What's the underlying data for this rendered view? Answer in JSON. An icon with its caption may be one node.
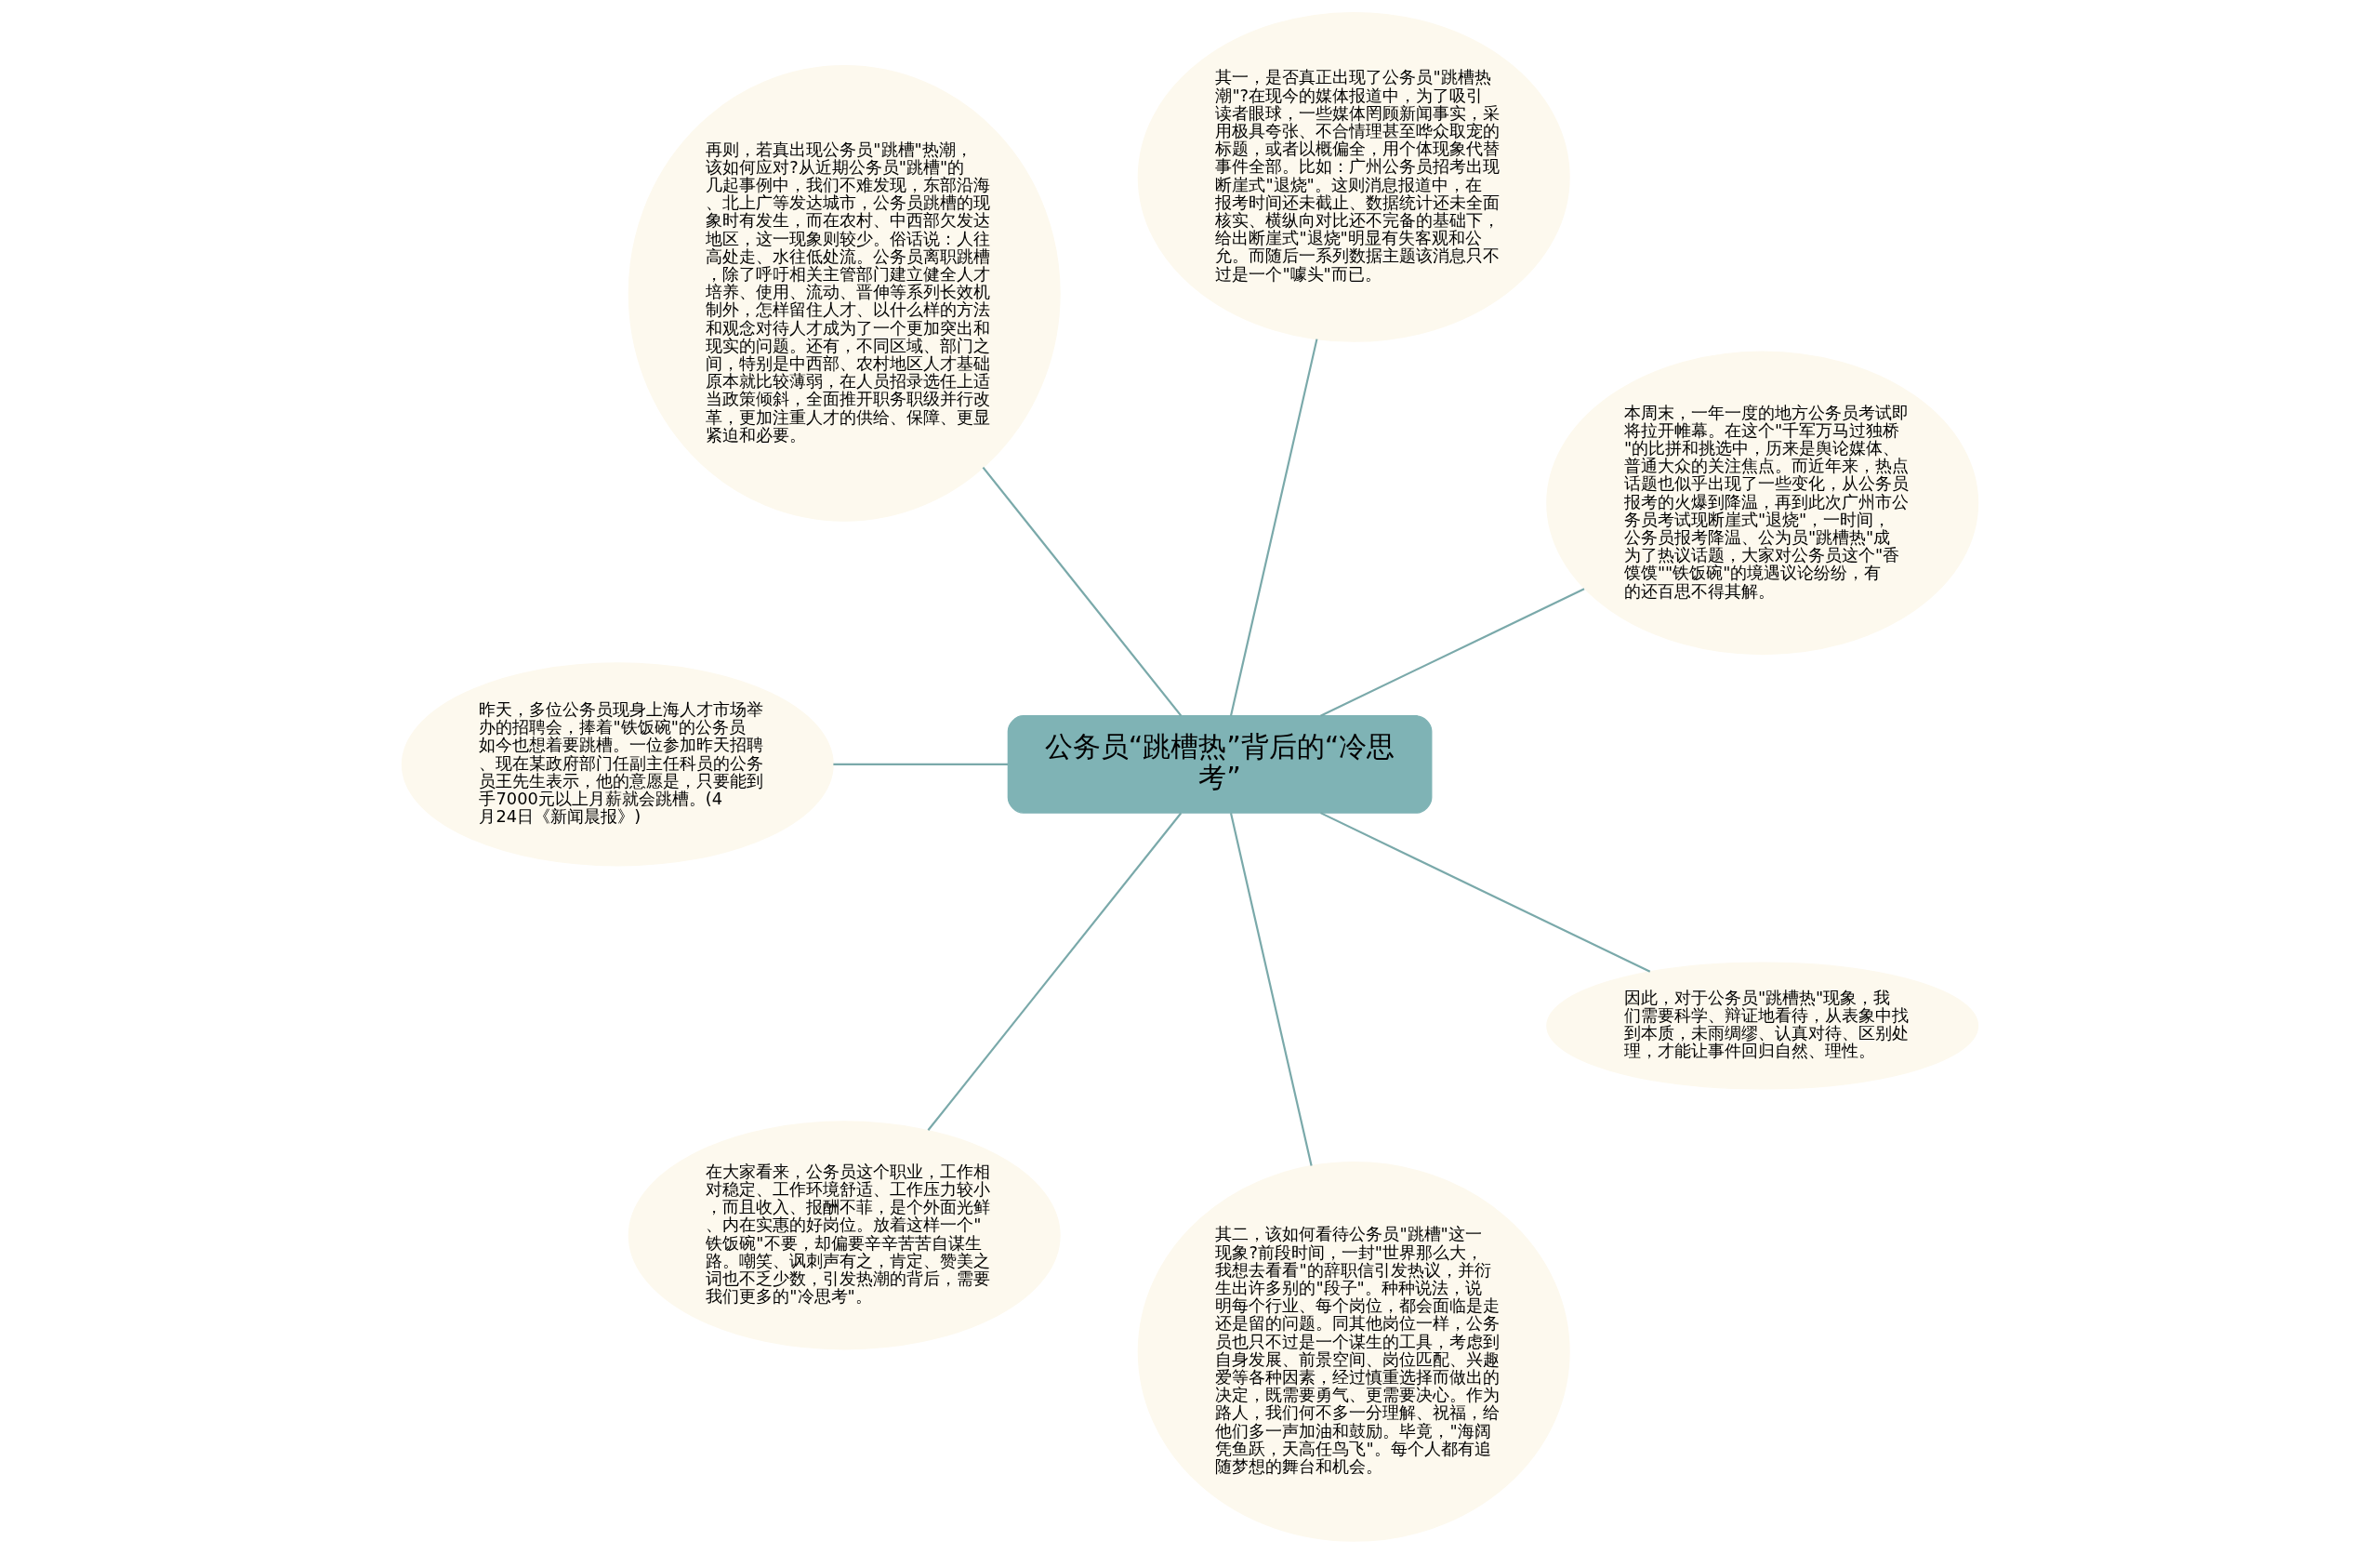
{
  "diagram": {
    "nodes": [
      {
        "text": [
          "公务员“跳槽热”背后的“冷思考”"
        ]
      },
      {
        "text": [
          "本周末，一年一度的地方公务员考试即将拉开帷幕。在这个\"千军万马过独桥\"的比拼和挑选中，历来是舆论媒体、普通大众的关注焦点。而近年来，热点话题也似乎出现了一些变化，从公务员报考的火爆到降温，再到此次广州市公务员考试现断崖式\"退烧\"，一时间，公务员报考降温、公为员\"跳槽热\"成为了热议话题，大家对公务员这个\"香馍馍\"\"铁饭碗\"的境遇议论纷纷，有的还百思不得其解。"
        ]
      },
      {
        "text": [
          "其一，是否真正出现了公务员\"跳槽热潮\"?在现今的媒体报道中，为了吸引读者眼球，一些媒体罔顾新闻事实，采用极具夸张、不合情理甚至哗众取宠的标题，或者以概偏全，用个体现象代替事件全部。比如：广州公务员招考出现断崖式\"退烧\"。这则消息报道中，在报考时间还未截止、数据统计还未全面核实、横纵向对比还不完备的基础下，给出断崖式\"退烧\"明显有失客观和公允。而随后一系列数据主题该消息只不过是一个\"噱头\"而已。"
        ]
      },
      {
        "text": [
          "再则，若真出现公务员\"跳槽\"热潮，该如何应对?从近期公务员\"跳槽\"的几起事例中，我们不难发现，东部沿海、北上广等发达城市，公务员跳槽的现象时有发生，而在农村、中西部欠发达地区，这一现象则较少。俗话说：人往高处走、水往低处流。公务员离职跳槽，除了呼吁相关主管部门建立健全人才培养、使用、流动、晋伸等系列长效机制外，怎样留住人才、以什么样的方法和观念对待人才成为了一个更加突出和现实的问题。还有，不同区域、部门之间，特别是中西部、农村地区人才基础原本就比较薄弱，在人员招录选任上适当政策倾斜，全面推开职务职级并行改革，更加注重人才的供给、保障、更显紧迫和必要。"
        ]
      },
      {
        "text": [
          "昨天，多位公务员现身上海人才市场举办的招聘会，捧着\"铁饭碗\"的公务员如今也想着要跳槽。一位参加昨天招聘、现在某政府部门任副主任科员的公务员王先生表示，他的意愿是，只要能到手7000元以上月薪就会跳槽。(4月24日《新闻晨报》)"
        ]
      },
      {
        "text": [
          "在大家看来，公务员这个职业，工作相对稳定、工作环境舒适、工作压力较小，而且收入、报酬不菲，是个外面光鲜、内在实惠的好岗位。放着这样一个\"铁饭碗\"不要，却偏要辛辛苦苦自谋生路。嘲笑、讽刺声有之，肯定、赞美之词也不乏少数，引发热潮的背后，需要我们更多的\"冷思考\"。"
        ]
      },
      {
        "text": [
          "其二，该如何看待公务员\"跳槽\"这一现象?前段时间，一封\"世界那么大，我想去看看\"的辞职信引发热议，并衍生出许多别的\"段子\"。种种说法，说明每个行业、每个岗位，都会面临是走还是留的问题。同其他岗位一样，公务员也只不过是一个谋生的工具，考虑到自身发展、前景空间、岗位匹配、兴趣爱等各种因素，经过慎重选择而做出的决定，既需要勇气、更需要决心。作为路人，我们何不多一分理解、祝福，给他们多一声加油和鼓励。毕竟，\"海阔凭鱼跃，天高任鸟飞\"。每个人都有追随梦想的舞台和机会。"
        ]
      },
      {
        "text": [
          "因此，对于公务员\"跳槽热\"现象，我们需要科学、辩证地看待，从表象中找到本质，未雨绸缪、认真对待、区别处理，才能让事件回归自然、理性。"
        ]
      }
    ],
    "edges": [
      {
        "from": 0,
        "to": 1,
        "arrow": "none"
      },
      {
        "from": 0,
        "to": 2,
        "arrow": "none"
      },
      {
        "from": 0,
        "to": 3,
        "arrow": "none"
      },
      {
        "from": 0,
        "to": 4,
        "arrow": "none"
      },
      {
        "from": 0,
        "to": 5,
        "arrow": "none"
      },
      {
        "from": 0,
        "to": 6,
        "arrow": "none"
      },
      {
        "from": 0,
        "to": 7,
        "arrow": "none"
      }
    ]
  }
}
